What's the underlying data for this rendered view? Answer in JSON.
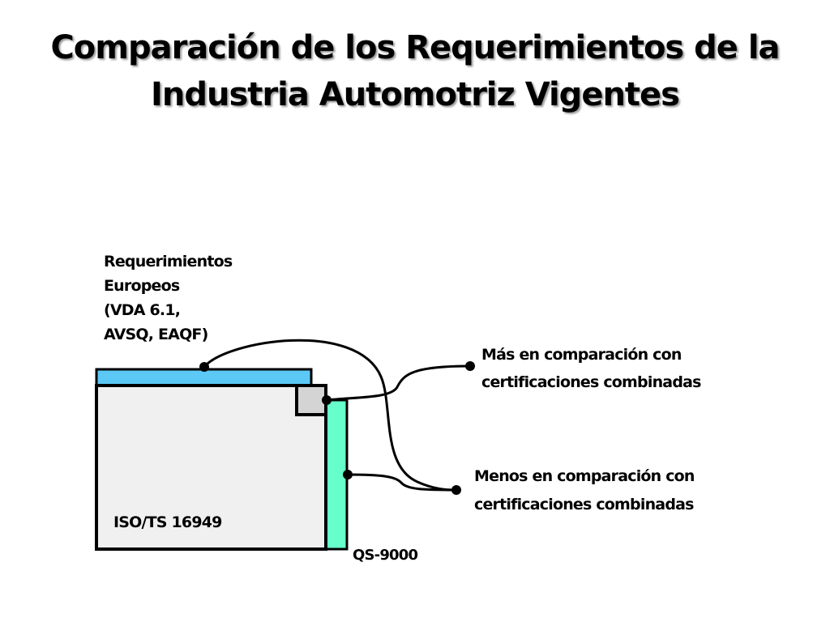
{
  "title": {
    "line1": "Comparación de los Requerimientos de la",
    "line2": "Industria Automotriz Vigentes"
  },
  "labels": {
    "european": [
      "Requerimientos",
      "Europeos",
      "(VDA 6.1,",
      "AVSQ, EAQF)"
    ],
    "more": [
      "Más en comparación con",
      "certificaciones combinadas"
    ],
    "less": [
      "Menos en comparación con",
      "certificaciones combinadas"
    ],
    "iso": "ISO/TS 16949",
    "qs": "QS-9000"
  },
  "colors": {
    "european_bar": "#5bc8f5",
    "qs_bar": "#66ffcc",
    "iso_box": "#f0f0f0",
    "overlap_square": "#d4d4d4",
    "outline": "#000000"
  }
}
